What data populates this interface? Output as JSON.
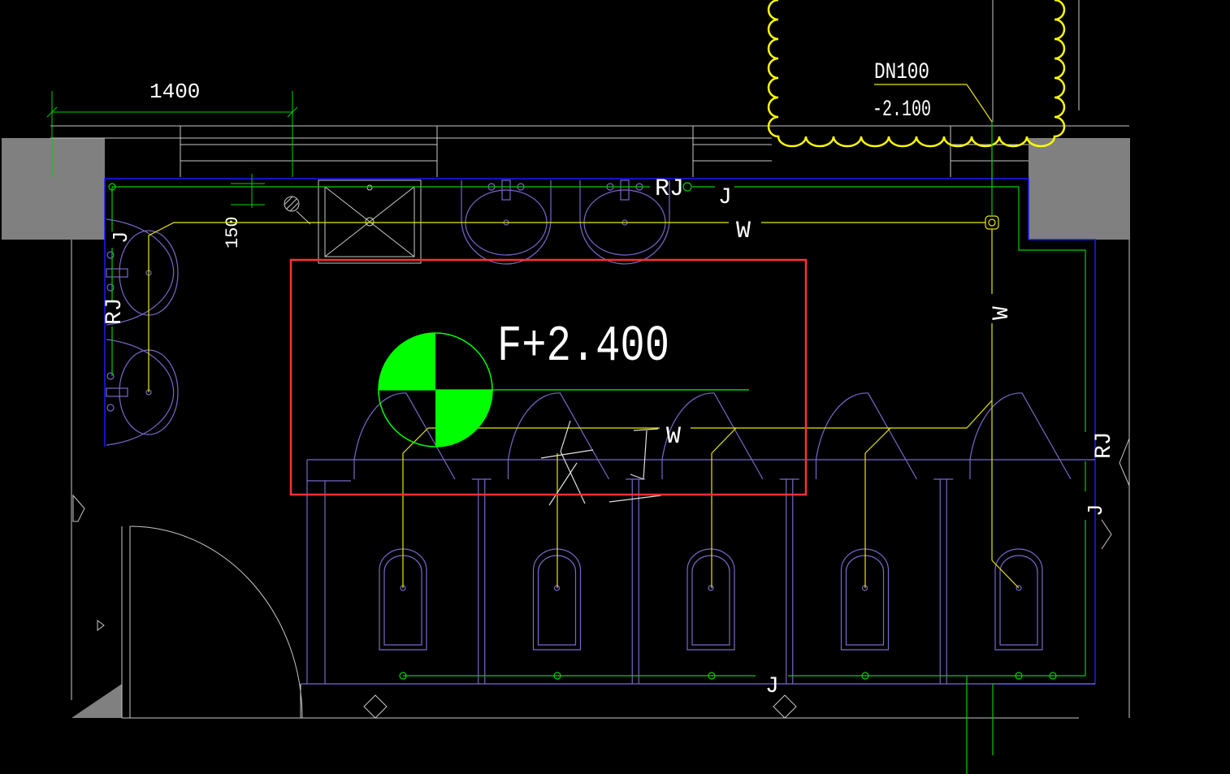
{
  "colors": {
    "background": "#000000",
    "wall": "#808080",
    "fixture_outline": "#7a68c8",
    "wall_outline": "#1a1aff",
    "water_supply": "#00e000",
    "drain": "#e8e800",
    "highlight": "#ff3030",
    "annotation": "#ffffff",
    "elevation_marker": "#00ff00"
  },
  "dimensions": {
    "width_label": "1400",
    "offset_label": "150"
  },
  "pipe_labels": {
    "dn100": "DN100",
    "dn100_elevation": "-2.100",
    "rj_top": "RJ",
    "j_top": "J",
    "w_top": "W",
    "w_vertical": "W",
    "j_left": "J",
    "rj_left": "RJ",
    "w_urinal": "W",
    "rj_right": "RJ",
    "j_right": "J",
    "j_bottom": "J"
  },
  "elevation_marker": {
    "label": "F+2.400"
  },
  "fixtures": {
    "basin_top_count": 2,
    "basin_left_count": 2,
    "urinal_count": 5,
    "floor_drain_count": 1
  }
}
